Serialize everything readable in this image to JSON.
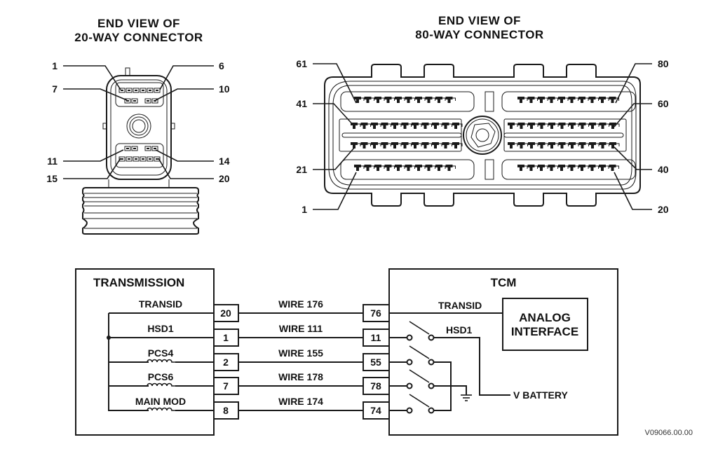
{
  "connector_20": {
    "title_line1": "END  VIEW  OF",
    "title_line2": "20-WAY  CONNECTOR",
    "pin_labels": {
      "p1": "1",
      "p6": "6",
      "p7": "7",
      "p10": "10",
      "p11": "11",
      "p14": "14",
      "p15": "15",
      "p20": "20"
    }
  },
  "connector_80": {
    "title_line1": "END  VIEW  OF",
    "title_line2": "80-WAY  CONNECTOR",
    "pin_labels": {
      "p61": "61",
      "p41": "41",
      "p21": "21",
      "p1": "1",
      "p80": "80",
      "p60": "60",
      "p40": "40",
      "p20": "20"
    }
  },
  "schematic": {
    "transmission_label": "TRANSMISSION",
    "tcm_label": "TCM",
    "analog_interface_line1": "ANALOG",
    "analog_interface_line2": "INTERFACE",
    "tcm_transid_label": "TRANSID",
    "tcm_hsd1_label": "HSD1",
    "vbattery_label": "V BATTERY",
    "circuits": [
      {
        "name": "TRANSID",
        "trans_pin": "20",
        "wire": "WIRE  176",
        "tcm_pin": "76"
      },
      {
        "name": "HSD1",
        "trans_pin": "1",
        "wire": "WIRE  111",
        "tcm_pin": "11"
      },
      {
        "name": "PCS4",
        "trans_pin": "2",
        "wire": "WIRE  155",
        "tcm_pin": "55"
      },
      {
        "name": "PCS6",
        "trans_pin": "7",
        "wire": "WIRE  178",
        "tcm_pin": "78"
      },
      {
        "name": "MAIN  MOD",
        "trans_pin": "8",
        "wire": "WIRE  174",
        "tcm_pin": "74"
      }
    ]
  },
  "figure_ref": "V09066.00.00"
}
